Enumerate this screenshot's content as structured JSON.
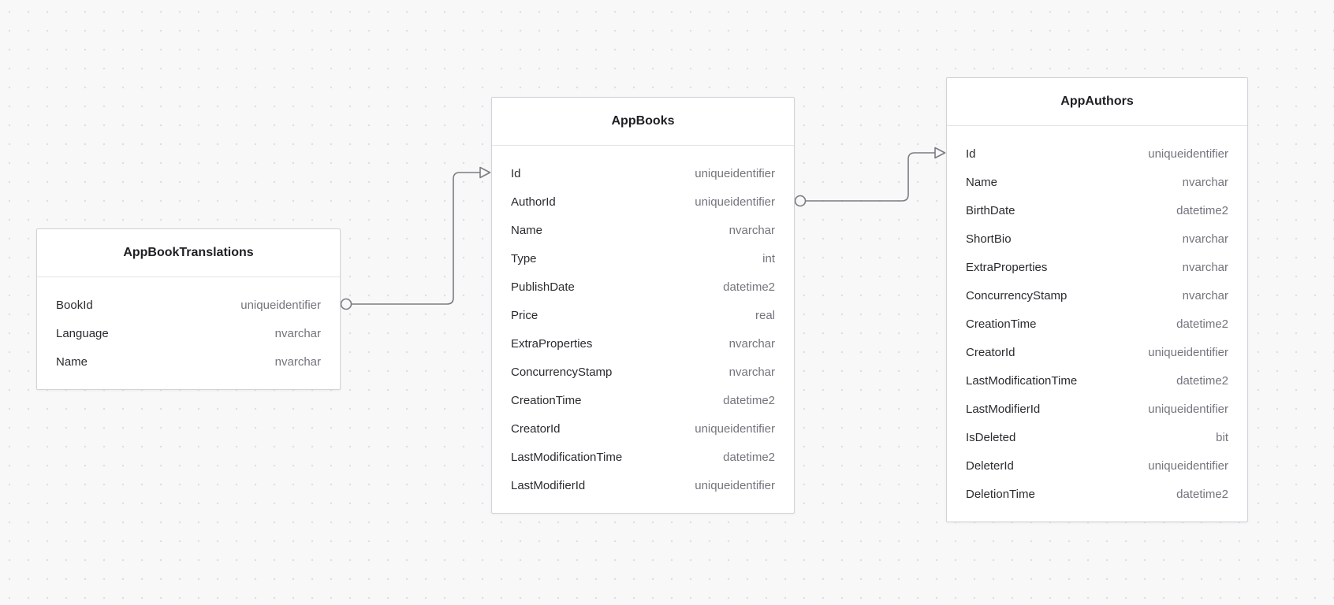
{
  "canvas": {
    "background_color": "#f8f8f8",
    "dot_color": "#dfdfe2",
    "node_border_color": "#d2d2d8",
    "edge_color": "#7b7b84",
    "title_color": "#1f1f23",
    "column_name_color": "#2b2b30",
    "column_type_color": "#74747e"
  },
  "diagram": {
    "tables": [
      {
        "name": "AppBookTranslations",
        "columns": [
          {
            "name": "BookId",
            "type": "uniqueidentifier"
          },
          {
            "name": "Language",
            "type": "nvarchar"
          },
          {
            "name": "Name",
            "type": "nvarchar"
          }
        ]
      },
      {
        "name": "AppBooks",
        "columns": [
          {
            "name": "Id",
            "type": "uniqueidentifier"
          },
          {
            "name": "AuthorId",
            "type": "uniqueidentifier"
          },
          {
            "name": "Name",
            "type": "nvarchar"
          },
          {
            "name": "Type",
            "type": "int"
          },
          {
            "name": "PublishDate",
            "type": "datetime2"
          },
          {
            "name": "Price",
            "type": "real"
          },
          {
            "name": "ExtraProperties",
            "type": "nvarchar"
          },
          {
            "name": "ConcurrencyStamp",
            "type": "nvarchar"
          },
          {
            "name": "CreationTime",
            "type": "datetime2"
          },
          {
            "name": "CreatorId",
            "type": "uniqueidentifier"
          },
          {
            "name": "LastModificationTime",
            "type": "datetime2"
          },
          {
            "name": "LastModifierId",
            "type": "uniqueidentifier"
          }
        ]
      },
      {
        "name": "AppAuthors",
        "columns": [
          {
            "name": "Id",
            "type": "uniqueidentifier"
          },
          {
            "name": "Name",
            "type": "nvarchar"
          },
          {
            "name": "BirthDate",
            "type": "datetime2"
          },
          {
            "name": "ShortBio",
            "type": "nvarchar"
          },
          {
            "name": "ExtraProperties",
            "type": "nvarchar"
          },
          {
            "name": "ConcurrencyStamp",
            "type": "nvarchar"
          },
          {
            "name": "CreationTime",
            "type": "datetime2"
          },
          {
            "name": "CreatorId",
            "type": "uniqueidentifier"
          },
          {
            "name": "LastModificationTime",
            "type": "datetime2"
          },
          {
            "name": "LastModifierId",
            "type": "uniqueidentifier"
          },
          {
            "name": "IsDeleted",
            "type": "bit"
          },
          {
            "name": "DeleterId",
            "type": "uniqueidentifier"
          },
          {
            "name": "DeletionTime",
            "type": "datetime2"
          }
        ]
      }
    ],
    "relationships": [
      {
        "from_table": "AppBookTranslations",
        "from_column": "BookId",
        "to_table": "AppBooks",
        "to_column": "Id"
      },
      {
        "from_table": "AppBooks",
        "from_column": "AuthorId",
        "to_table": "AppAuthors",
        "to_column": "Id"
      }
    ]
  }
}
